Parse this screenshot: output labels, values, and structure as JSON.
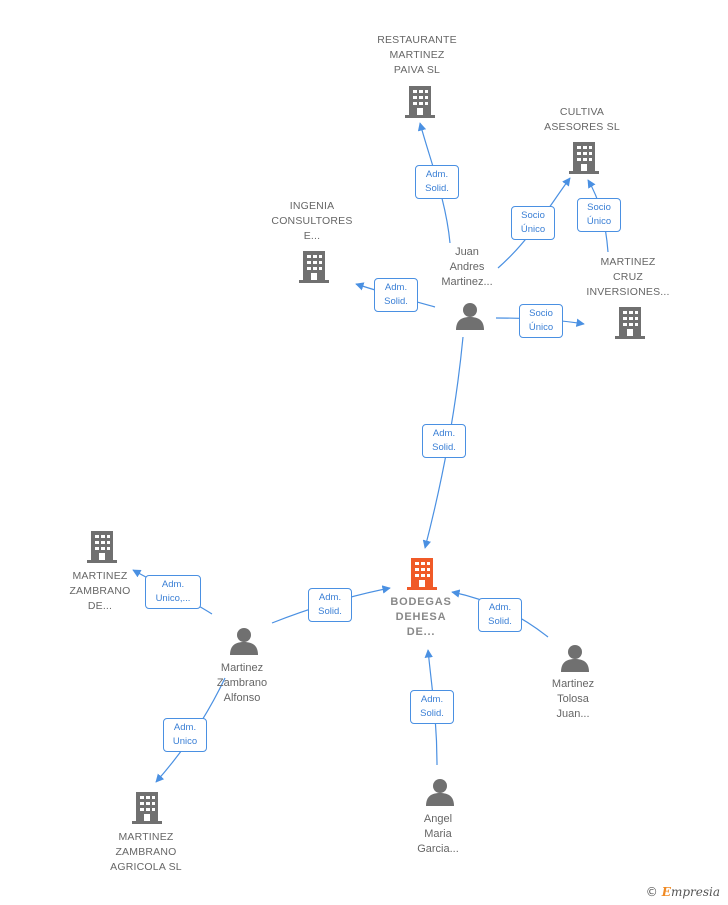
{
  "colors": {
    "edge": "#4a90e2",
    "label_border": "#4a90e2",
    "label_text": "#3a7fd5",
    "node_gray": "#707070",
    "focus": "#f05a28",
    "brand_accent": "#f08a24"
  },
  "nodes": {
    "restaurante": {
      "label": "RESTAURANTE\nMARTINEZ\nPAIVA  SL",
      "icon": "building-icon"
    },
    "cultiva": {
      "label": "CULTIVA\nASESORES  SL",
      "icon": "building-icon"
    },
    "ingenia": {
      "label": "INGENIA\nCONSULTORES\nE...",
      "icon": "building-icon"
    },
    "juan_andres": {
      "label": "Juan\nAndres\nMartinez...",
      "icon": "person-icon"
    },
    "martinez_cruz": {
      "label": "MARTINEZ\nCRUZ\nINVERSIONES...",
      "icon": "building-icon"
    },
    "bodegas": {
      "label": "BODEGAS\nDEHESA\nDE...",
      "icon": "building-icon"
    },
    "zambrano_de": {
      "label": "MARTINEZ\nZAMBRANO\nDE...",
      "icon": "building-icon"
    },
    "zambrano_alfonso": {
      "label": "Martinez\nZambrano\nAlfonso",
      "icon": "person-icon"
    },
    "tolosa": {
      "label": "Martinez\nTolosa\nJuan...",
      "icon": "person-icon"
    },
    "zambrano_agricola": {
      "label": "MARTINEZ\nZAMBRANO\nAGRICOLA  SL",
      "icon": "building-icon"
    },
    "angel": {
      "label": "Angel\nMaria\nGarcia...",
      "icon": "person-icon"
    }
  },
  "edges": {
    "e1": "Adm.\nSolid.",
    "e2": "Socio\nÚnico",
    "e3": "Adm.\nSolid.",
    "e4": "Socio\nÚnico",
    "e5": "Socio\nÚnico",
    "e6": "Adm.\nSolid.",
    "e7": "Adm.\nUnico,...",
    "e8": "Adm.\nSolid.",
    "e9": "Adm.\nUnico",
    "e10": "Adm.\nSolid.",
    "e11": "Adm.\nSolid."
  },
  "brand": {
    "copyright": "©",
    "name_initial": "E",
    "name_rest": "mpresia"
  }
}
